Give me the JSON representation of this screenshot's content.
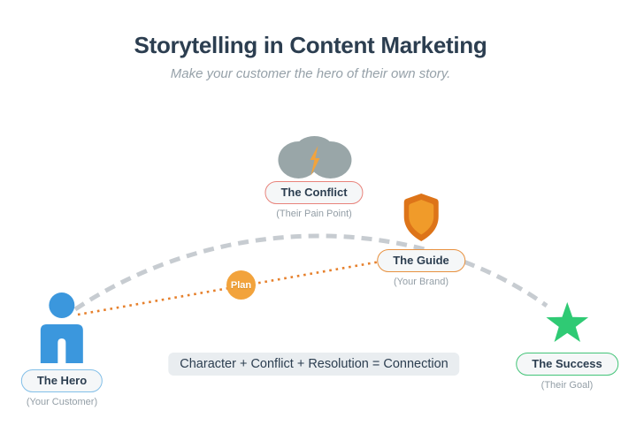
{
  "header": {
    "title": "Storytelling in Content Marketing",
    "subtitle": "Make your customer the hero of their own story."
  },
  "nodes": {
    "conflict": {
      "label": "The Conflict",
      "caption": "(Their Pain Point)",
      "icon": "storm-cloud-icon",
      "accent": "#e8837b"
    },
    "guide": {
      "label": "The Guide",
      "caption": "(Your Brand)",
      "icon": "shield-icon",
      "accent": "#e8913f"
    },
    "hero": {
      "label": "The Hero",
      "caption": "(Your Customer)",
      "icon": "person-icon",
      "accent": "#82bfe8"
    },
    "success": {
      "label": "The Success",
      "caption": "(Their Goal)",
      "icon": "star-icon",
      "accent": "#43c478"
    }
  },
  "plan_badge": {
    "label": "Plan",
    "color": "#f2a33c"
  },
  "formula": {
    "text": "Character + Conflict + Resolution = Connection"
  },
  "colors": {
    "title_navy": "#2c3e50",
    "subtitle_gray": "#96a1a9",
    "hero_blue": "#3b97dd",
    "star_green": "#2fca74",
    "shield_outer": "#dd7419",
    "shield_inner": "#f09b2a",
    "cloud_gray": "#99a6a8",
    "bolt_orange": "#f2a33c",
    "plan_orange": "#f2a33c",
    "journey_dash_gray": "#c7ccd1",
    "plan_dots_orange": "#e6802c",
    "formula_bg": "#e9edf0"
  }
}
